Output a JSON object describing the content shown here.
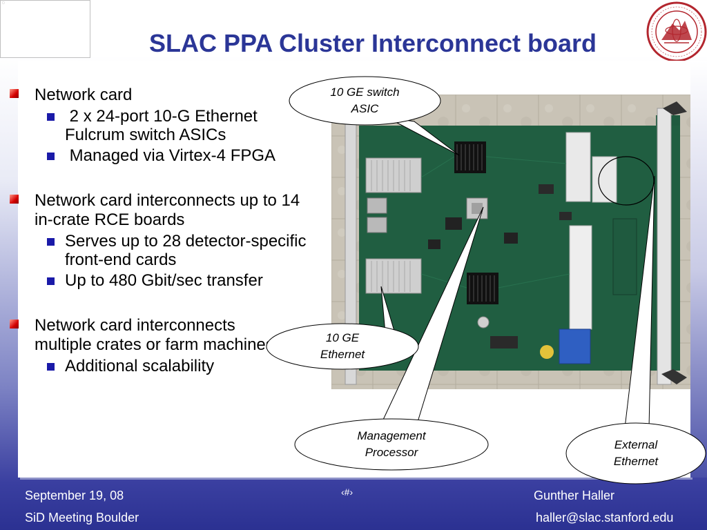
{
  "title": "SLAC PPA Cluster Interconnect board",
  "bullets": [
    {
      "text": "Network card",
      "sub": [
        " 2 x 24-port 10-G Ethernet Fulcrum switch ASICs",
        " Managed via Virtex-4 FPGA"
      ]
    },
    {
      "text": "Network card interconnects up to 14 in-crate RCE boards",
      "sub": [
        "Serves up to 28 detector-specific front-end cards",
        "Up to 480 Gbit/sec transfer"
      ]
    },
    {
      "text": "Network card interconnects multiple crates or farm machines",
      "sub": [
        "Additional scalability"
      ]
    }
  ],
  "callouts": {
    "switch_asic": [
      "10 GE switch",
      "ASIC"
    ],
    "ge_ethernet": [
      "10 GE",
      "Ethernet"
    ],
    "mgmt_processor": [
      "Management",
      "Processor"
    ],
    "external_ethernet": [
      "External",
      "Ethernet"
    ]
  },
  "footer": {
    "date": "September 19, 08",
    "meeting": "SiD Meeting Boulder",
    "page": "‹#›",
    "author": "Gunther Haller",
    "email": "haller@slac.stanford.edu"
  },
  "colors": {
    "title": "#2b3697",
    "seal": "#b3262e",
    "board": "#1f5a3f",
    "bullet_level1": "#d40000",
    "bullet_level2": "#1a1aa8"
  }
}
